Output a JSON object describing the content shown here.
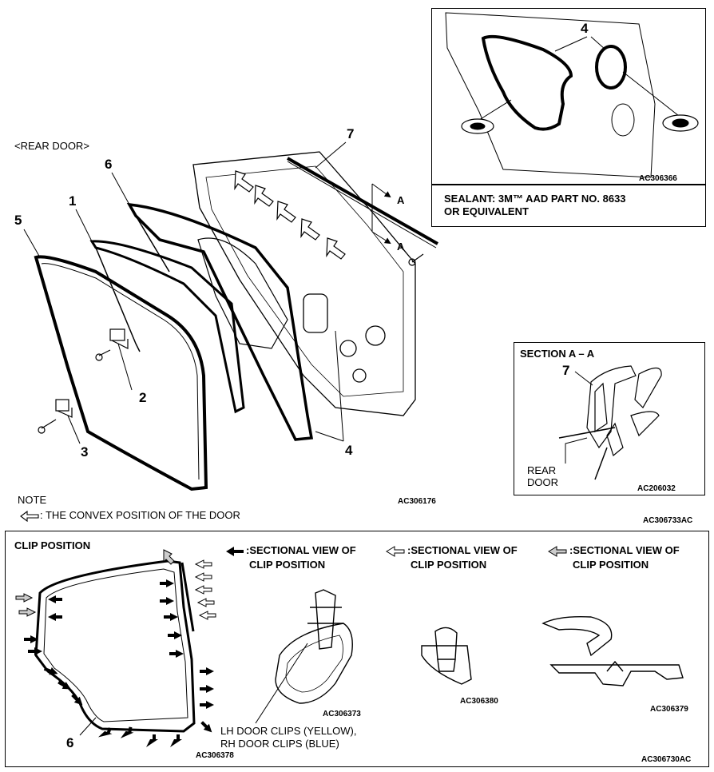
{
  "main": {
    "header": "<REAR  DOOR>",
    "part_numbers": [
      "1",
      "2",
      "3",
      "4",
      "5",
      "6",
      "7"
    ],
    "section_marker": "A",
    "figure_code": "AC306176",
    "note_title": "NOTE",
    "note_text": ": THE CONVEX POSITION OF THE DOOR",
    "bottom_code": "AC306733AC"
  },
  "inset_top": {
    "part_number": "4",
    "figure_code": "AC306366",
    "caption_line1": "SEALANT: 3M™ AAD PART NO. 8633",
    "caption_line2": "OR EQUIVALENT"
  },
  "section_aa": {
    "title": "SECTION A – A",
    "part_number": "7",
    "label_line1": "REAR",
    "label_line2": "DOOR",
    "figure_code": "AC206032"
  },
  "clip_position": {
    "title": "CLIP POSITION",
    "part_number": "6",
    "door_code": "AC306378",
    "views": [
      {
        "legend_line1": ":SECTIONAL VIEW OF",
        "legend_line2": "CLIP POSITION",
        "code": "AC306373",
        "arrow": "solid"
      },
      {
        "legend_line1": ":SECTIONAL VIEW OF",
        "legend_line2": "CLIP POSITION",
        "code": "AC306380",
        "arrow": "outline"
      },
      {
        "legend_line1": ":SECTIONAL VIEW OF",
        "legend_line2": "CLIP POSITION",
        "code": "AC306379",
        "arrow": "hatched"
      }
    ],
    "clip_note_line1": "LH DOOR CLIPS (YELLOW),",
    "clip_note_line2": "RH DOOR CLIPS (BLUE)",
    "bottom_code": "AC306730AC"
  }
}
